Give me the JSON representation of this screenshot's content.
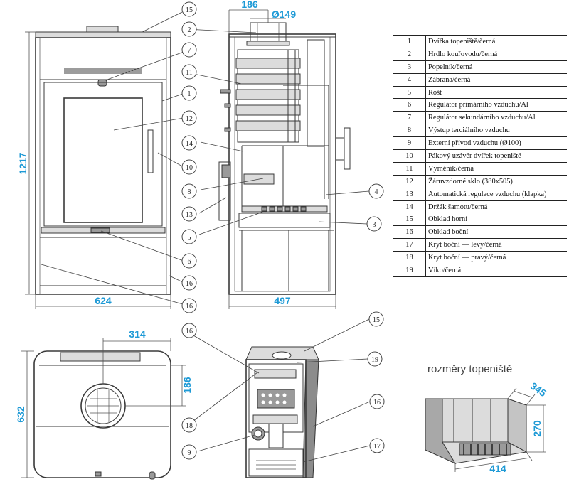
{
  "dimensions": {
    "front_height": "1217",
    "front_width": "624",
    "side_width": "497",
    "flue_offset": "186",
    "flue_diameter": "Ø149",
    "top_depth": "632",
    "top_offset_x": "314",
    "top_offset_y": "186",
    "firebox_width": "414",
    "firebox_depth": "345",
    "firebox_height": "270"
  },
  "firebox_caption": "rozměry topeniště",
  "callouts": {
    "c1": "1",
    "c2": "2",
    "c3": "3",
    "c4": "4",
    "c5": "5",
    "c6": "6",
    "c7": "7",
    "c8": "8",
    "c9": "9",
    "c10": "10",
    "c11": "11",
    "c12": "12",
    "c13": "13",
    "c14": "14",
    "c15": "15",
    "c16": "16",
    "c17": "17",
    "c18": "18",
    "c19": "19"
  },
  "legend": [
    {
      "no": "1",
      "label": "Dvířka topeniště/černá"
    },
    {
      "no": "2",
      "label": "Hrdlo kouřovodu/černá"
    },
    {
      "no": "3",
      "label": "Popelník/černá"
    },
    {
      "no": "4",
      "label": "Zábrana/černá"
    },
    {
      "no": "5",
      "label": "Rošt"
    },
    {
      "no": "6",
      "label": "Regulátor primárního vzduchu/Al"
    },
    {
      "no": "7",
      "label": "Regulátor sekundárního vzduchu/Al"
    },
    {
      "no": "8",
      "label": "Výstup terciálního vzduchu"
    },
    {
      "no": "9",
      "label": "Externí přívod vzduchu (Ø100)"
    },
    {
      "no": "10",
      "label": "Pákový uzávěr dvířek topeniště"
    },
    {
      "no": "11",
      "label": "Výměník/černá"
    },
    {
      "no": "12",
      "label": "Žáruvzdorné sklo (380x505)"
    },
    {
      "no": "13",
      "label": "Automatická regulace vzduchu (klapka)"
    },
    {
      "no": "14",
      "label": "Držák šamotu/černá"
    },
    {
      "no": "15",
      "label": "Obklad horní"
    },
    {
      "no": "16",
      "label": "Obklad boční"
    },
    {
      "no": "17",
      "label": "Kryt boční — levý/černá"
    },
    {
      "no": "18",
      "label": "Kryt boční — pravý/černá"
    },
    {
      "no": "19",
      "label": "Víko/černá"
    }
  ],
  "colors": {
    "dimension_text": "#1e9ad6",
    "line": "#3a3a3a"
  }
}
